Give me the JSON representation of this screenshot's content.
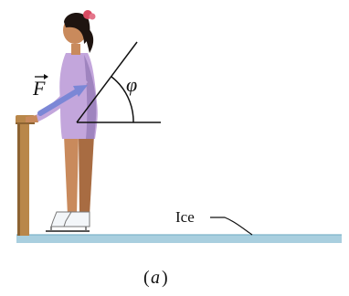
{
  "figure": {
    "force_label": "F",
    "angle_label": "φ",
    "ice_label": "Ice",
    "caption_open": "(",
    "caption_letter": "a",
    "caption_close": ")"
  },
  "colors": {
    "ice": "#a9cfdf",
    "ice_edge": "#7fb3c9",
    "rail": "#b9874a",
    "rail_dark": "#8d6332",
    "leotard": "#c3a6dc",
    "leotard_shade": "#9f84bf",
    "skin": "#c98a5c",
    "skin_shade": "#a86c42",
    "hair": "#1e1410",
    "hair_bow": "#d94b62",
    "force_arrow": "#7b87d6",
    "line": "#111111",
    "skate": "#f3f6f9"
  }
}
